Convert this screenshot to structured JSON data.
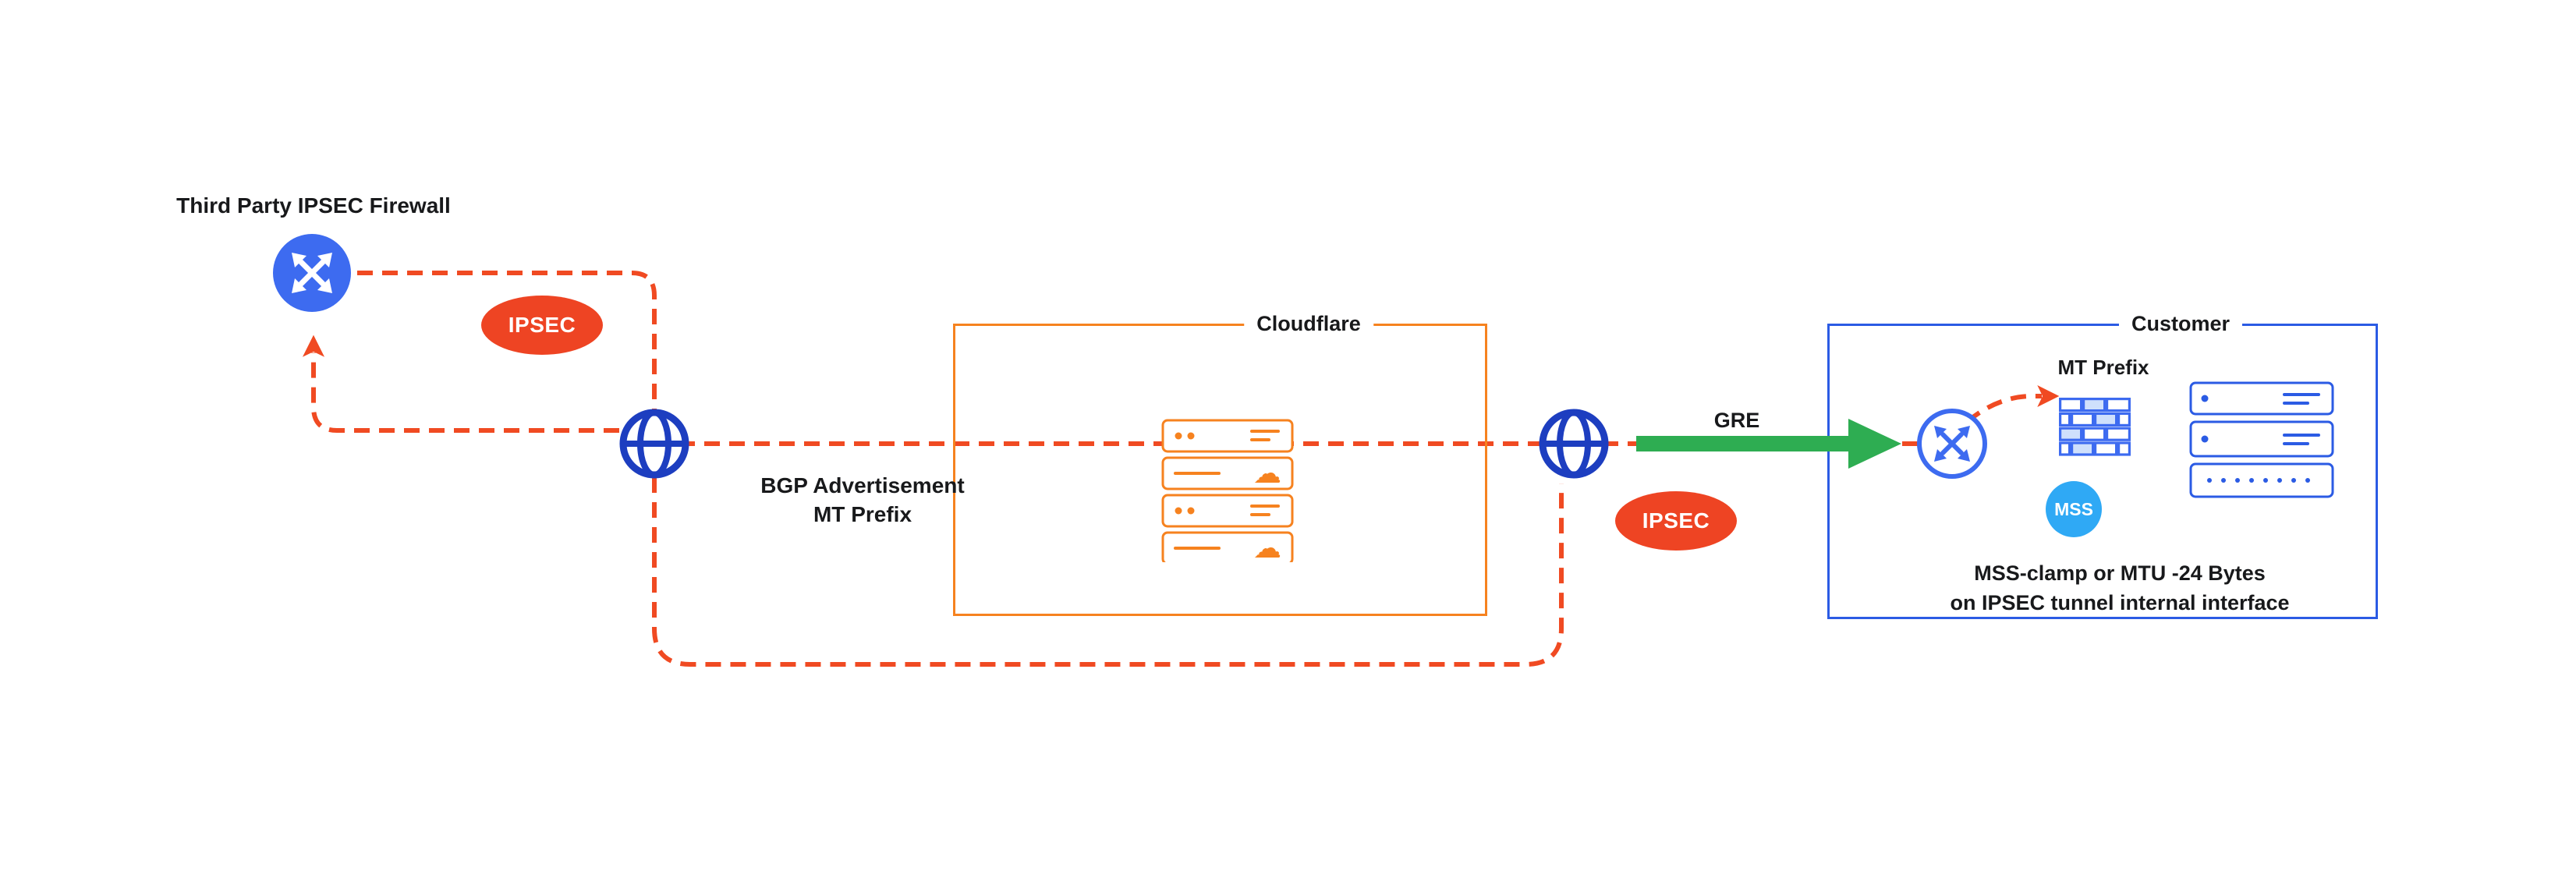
{
  "labels": {
    "third_party_firewall": "Third Party IPSEC Firewall",
    "ipsec_left": "IPSEC",
    "ipsec_right": "IPSEC",
    "bgp_line1": "BGP Advertisement",
    "bgp_line2": "MT Prefix",
    "cloudflare": "Cloudflare",
    "gre": "GRE",
    "customer": "Customer",
    "mt_prefix": "MT Prefix",
    "mss": "MSS",
    "mss_note_line1": "MSS-clamp or MTU -24 Bytes",
    "mss_note_line2": "on IPSEC tunnel internal interface"
  },
  "icons": {
    "cloud": "☁"
  },
  "colors": {
    "orange_red": "#F04A22",
    "badge_red": "#EE4423",
    "cf_orange": "#F6821F",
    "blue_dark": "#1D3EC0",
    "blue_primary": "#2B5BE4",
    "blue_icon": "#3D6BF0",
    "sky_blue": "#2FA9F5",
    "green": "#2EAD52",
    "text": "#18191B"
  }
}
